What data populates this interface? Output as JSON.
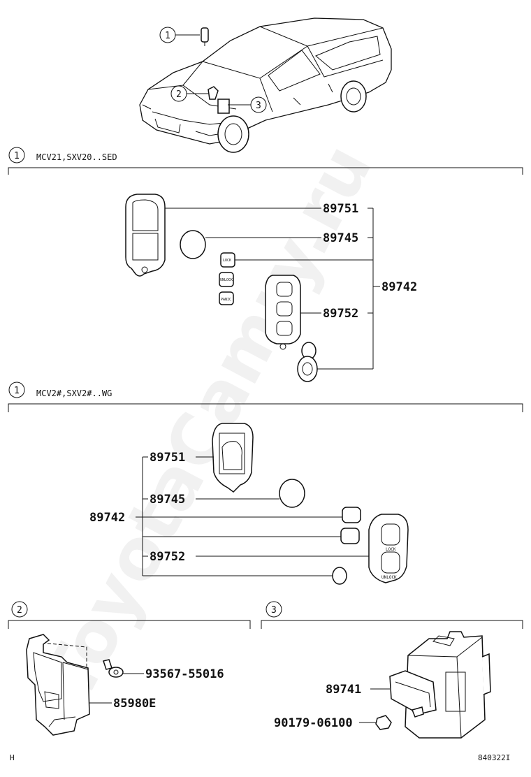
{
  "watermark": "ToyotaCamry.ru",
  "overview": {
    "callouts": [
      "1",
      "2",
      "3"
    ]
  },
  "section_sed": {
    "marker": "1",
    "title": "MCV21,SXV20..SED",
    "parts": {
      "p89751": "89751",
      "p89745": "89745",
      "p89742": "89742",
      "p89752": "89752"
    },
    "button_labels": [
      "LOCK",
      "UNLOCK",
      "PANIC"
    ]
  },
  "section_wg": {
    "marker": "1",
    "title": "MCV2#,SXV2#..WG",
    "parts": {
      "p89751": "89751",
      "p89745": "89745",
      "p89742": "89742",
      "p89752": "89752"
    },
    "button_labels": [
      "LOCK",
      "UNLOCK"
    ]
  },
  "section_2": {
    "marker": "2",
    "parts": {
      "bolt": "93567-55016",
      "module": "85980E"
    }
  },
  "section_3": {
    "marker": "3",
    "parts": {
      "ecu": "89741",
      "nut": "90179-06100"
    }
  },
  "footer": {
    "left": "H",
    "right": "840322I"
  }
}
